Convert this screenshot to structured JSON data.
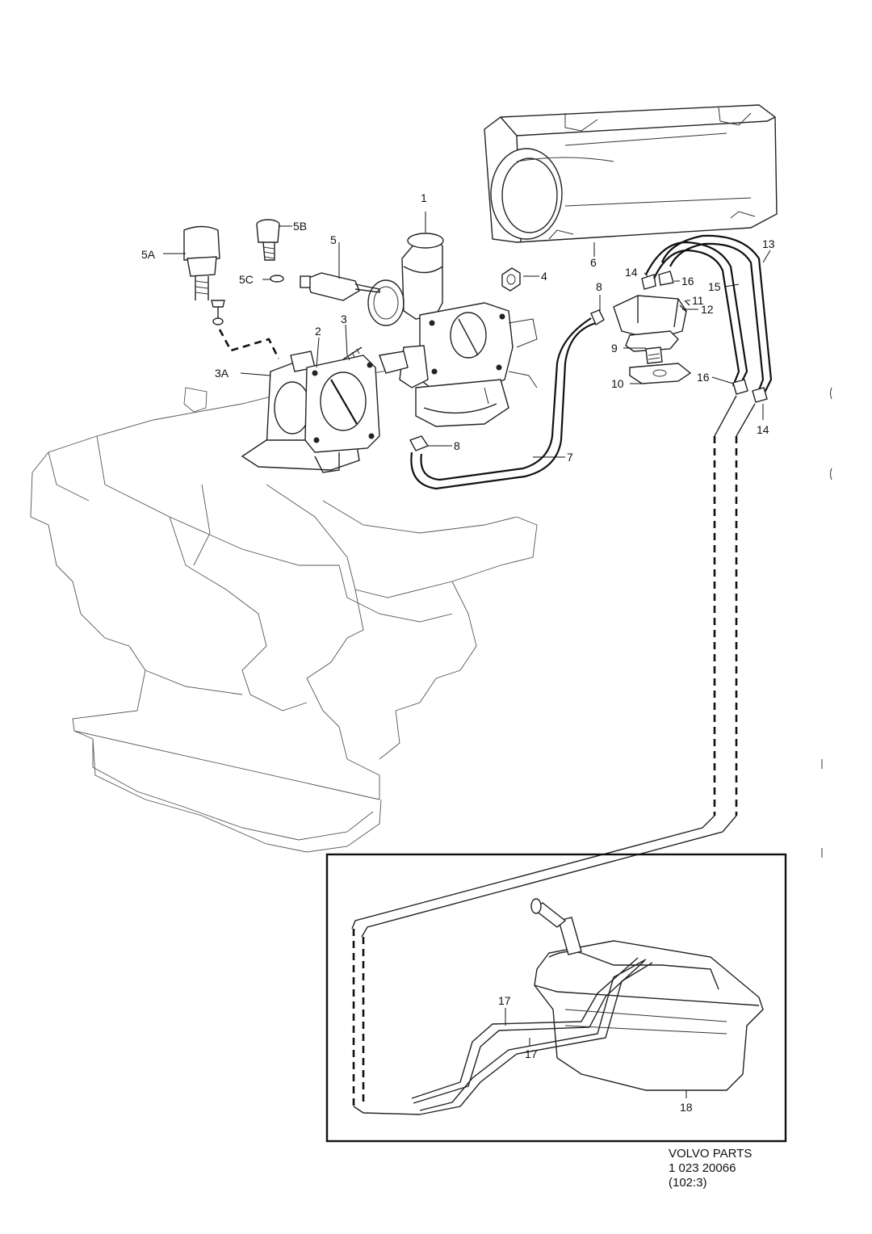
{
  "diagram": {
    "labels": [
      {
        "id": "1",
        "text": "1"
      },
      {
        "id": "2",
        "text": "2"
      },
      {
        "id": "3",
        "text": "3"
      },
      {
        "id": "3A",
        "text": "3A"
      },
      {
        "id": "4",
        "text": "4"
      },
      {
        "id": "5",
        "text": "5"
      },
      {
        "id": "5A",
        "text": "5A"
      },
      {
        "id": "5B",
        "text": "5B"
      },
      {
        "id": "5C",
        "text": "5C"
      },
      {
        "id": "6",
        "text": "6"
      },
      {
        "id": "7",
        "text": "7"
      },
      {
        "id": "8a",
        "text": "8"
      },
      {
        "id": "8b",
        "text": "8"
      },
      {
        "id": "9",
        "text": "9"
      },
      {
        "id": "10",
        "text": "10"
      },
      {
        "id": "11",
        "text": "11"
      },
      {
        "id": "12",
        "text": "12"
      },
      {
        "id": "13",
        "text": "13"
      },
      {
        "id": "14a",
        "text": "14"
      },
      {
        "id": "14b",
        "text": "14"
      },
      {
        "id": "15",
        "text": "15"
      },
      {
        "id": "16a",
        "text": "16"
      },
      {
        "id": "16b",
        "text": "16"
      },
      {
        "id": "17a",
        "text": "17"
      },
      {
        "id": "17b",
        "text": "17"
      },
      {
        "id": "18",
        "text": "18"
      }
    ],
    "footer": {
      "brand": "VOLVO PARTS",
      "number": "1 023 20066",
      "ref": "(102:3)"
    }
  }
}
